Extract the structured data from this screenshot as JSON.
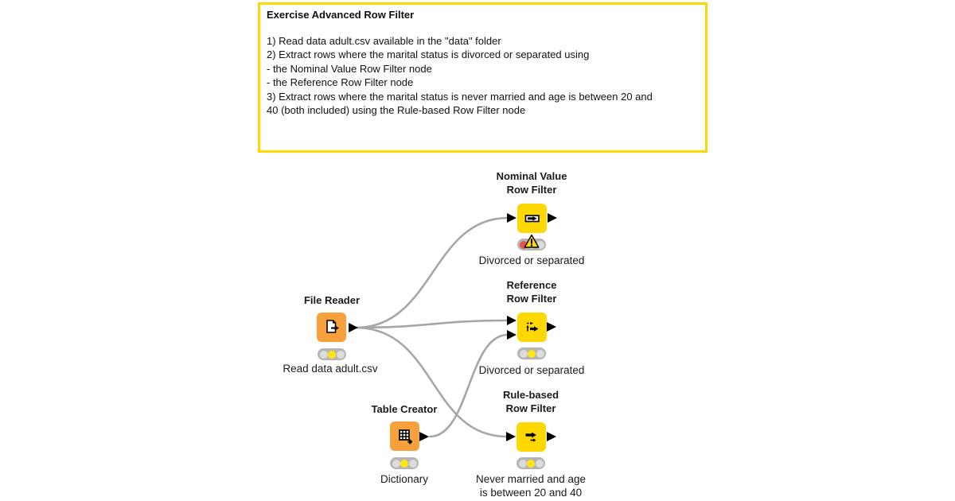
{
  "app": "KNIME workflow editor",
  "annotation": {
    "title": "Exercise Advanced Row Filter",
    "body": "1) Read data adult.csv available in the \"data\" folder\n2) Extract rows where the marital status is divorced or separated using\n- the Nominal Value Row Filter node\n- the Reference Row Filter node\n3) Extract rows where the marital status is never married and age is between 20 and\n40 (both included) using the Rule-based Row Filter node",
    "border_color": "#FFD800"
  },
  "nodes": [
    {
      "id": "file-reader",
      "title": "File Reader",
      "label": "Read data adult.csv",
      "color": "#F7A13D",
      "status": "configured"
    },
    {
      "id": "table-creator",
      "title": "Table Creator",
      "label": "Dictionary",
      "color": "#F7A13D",
      "status": "configured"
    },
    {
      "id": "nominal-value-row-filter",
      "title": "Nominal Value\nRow Filter",
      "label": "Divorced or separated",
      "color": "#FFD703",
      "status": "error-warning"
    },
    {
      "id": "reference-row-filter",
      "title": "Reference\nRow Filter",
      "label": "Divorced or separated",
      "color": "#FFD703",
      "status": "configured"
    },
    {
      "id": "rule-based-row-filter",
      "title": "Rule-based\nRow Filter",
      "label": "Never married and age\nis between 20 and 40",
      "color": "#FFD703",
      "status": "configured"
    }
  ],
  "connections": [
    {
      "from": "file-reader",
      "to": "nominal-value-row-filter"
    },
    {
      "from": "file-reader",
      "to": "reference-row-filter",
      "port": "top"
    },
    {
      "from": "file-reader",
      "to": "rule-based-row-filter"
    },
    {
      "from": "table-creator",
      "to": "reference-row-filter",
      "port": "bottom"
    }
  ],
  "colors": {
    "wire": "#a6a6a6",
    "node_orange": "#F7A13D",
    "node_yellow": "#FFD703",
    "traffic_bg": "#b5b5b5",
    "light_off": "#dcdcdc",
    "light_yellow": "#ffe512",
    "light_red": "#e8534e",
    "annotation_border": "#FFD800"
  }
}
